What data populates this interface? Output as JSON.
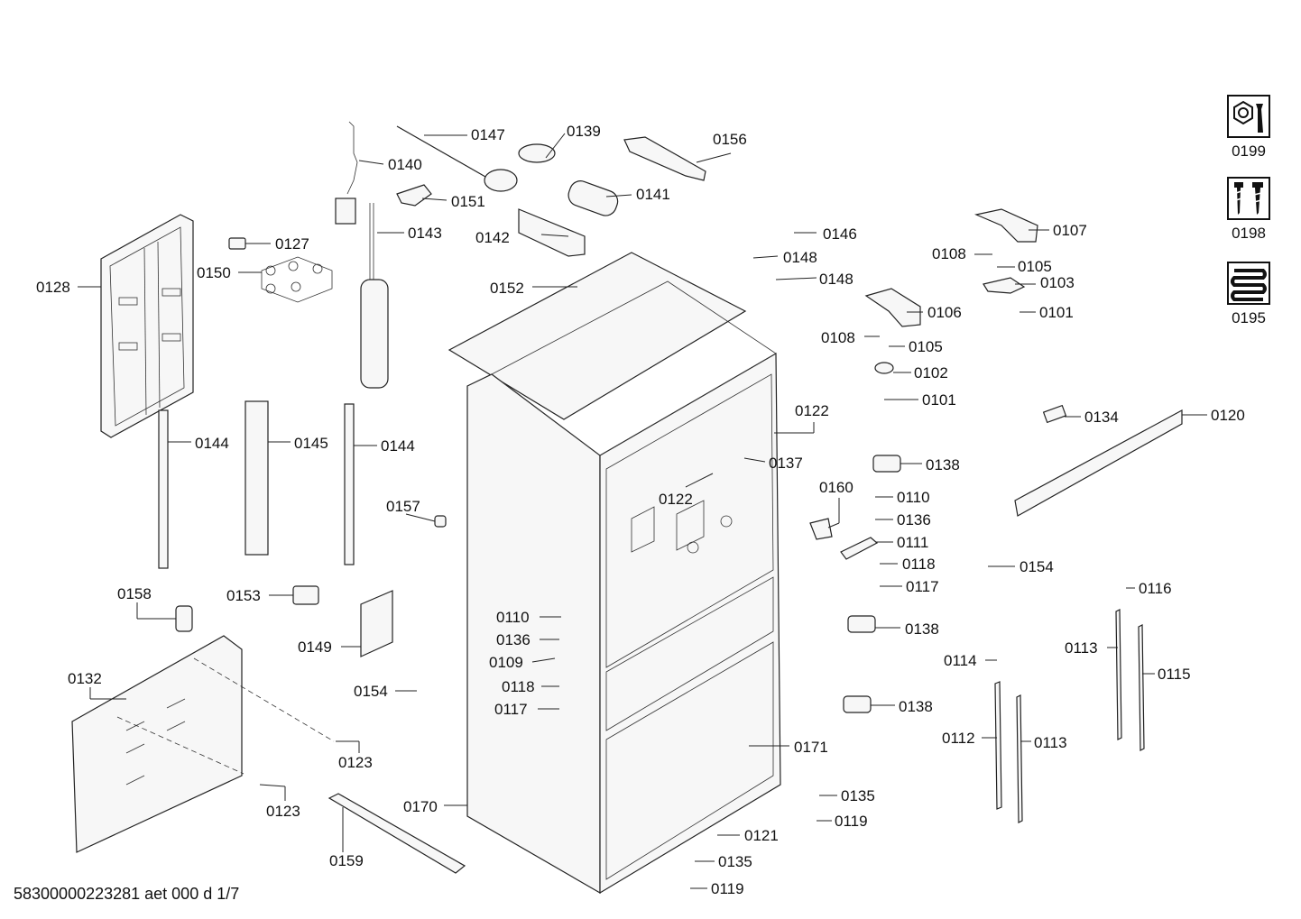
{
  "document": {
    "id": "58300000223281 aet 000 d 1/7"
  },
  "kits": [
    {
      "label": "0199",
      "icon": "wrench-nut-icon"
    },
    {
      "label": "0198",
      "icon": "screws-icon"
    },
    {
      "label": "0195",
      "icon": "coil-icon"
    }
  ],
  "parts": [
    {
      "label": "0147"
    },
    {
      "label": "0139"
    },
    {
      "label": "0156"
    },
    {
      "label": "0140"
    },
    {
      "label": "0151"
    },
    {
      "label": "0141"
    },
    {
      "label": "0143"
    },
    {
      "label": "0142"
    },
    {
      "label": "0127"
    },
    {
      "label": "0150"
    },
    {
      "label": "0128"
    },
    {
      "label": "0152"
    },
    {
      "label": "0146"
    },
    {
      "label": "0148"
    },
    {
      "label": "0148"
    },
    {
      "label": "0107"
    },
    {
      "label": "0108"
    },
    {
      "label": "0105"
    },
    {
      "label": "0103"
    },
    {
      "label": "0106"
    },
    {
      "label": "0101"
    },
    {
      "label": "0108"
    },
    {
      "label": "0105"
    },
    {
      "label": "0102"
    },
    {
      "label": "0101"
    },
    {
      "label": "0122"
    },
    {
      "label": "0134"
    },
    {
      "label": "0120"
    },
    {
      "label": "0137"
    },
    {
      "label": "0138"
    },
    {
      "label": "0122"
    },
    {
      "label": "0144"
    },
    {
      "label": "0145"
    },
    {
      "label": "0144"
    },
    {
      "label": "0157"
    },
    {
      "label": "0160"
    },
    {
      "label": "0110"
    },
    {
      "label": "0136"
    },
    {
      "label": "0111"
    },
    {
      "label": "0118"
    },
    {
      "label": "0154"
    },
    {
      "label": "0117"
    },
    {
      "label": "0116"
    },
    {
      "label": "0158"
    },
    {
      "label": "0153"
    },
    {
      "label": "0110"
    },
    {
      "label": "0138"
    },
    {
      "label": "0136"
    },
    {
      "label": "0149"
    },
    {
      "label": "0109"
    },
    {
      "label": "0113"
    },
    {
      "label": "0114"
    },
    {
      "label": "0115"
    },
    {
      "label": "0132"
    },
    {
      "label": "0118"
    },
    {
      "label": "0154"
    },
    {
      "label": "0117"
    },
    {
      "label": "0138"
    },
    {
      "label": "0112"
    },
    {
      "label": "0113"
    },
    {
      "label": "0171"
    },
    {
      "label": "0123"
    },
    {
      "label": "0135"
    },
    {
      "label": "0170"
    },
    {
      "label": "0119"
    },
    {
      "label": "0123"
    },
    {
      "label": "0121"
    },
    {
      "label": "0135"
    },
    {
      "label": "0159"
    },
    {
      "label": "0119"
    }
  ]
}
